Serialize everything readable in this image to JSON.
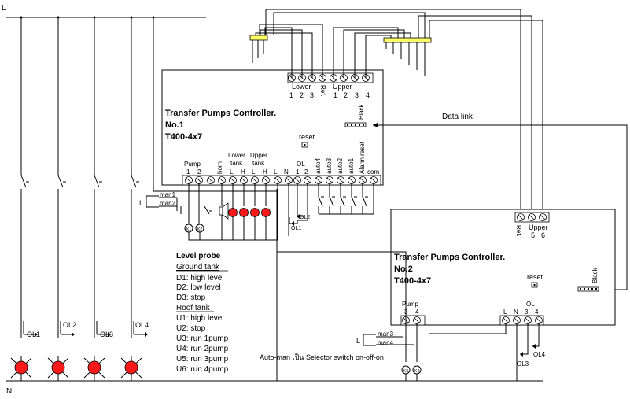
{
  "supply": {
    "line": "L",
    "neutral": "N"
  },
  "controller1": {
    "title": "Transfer Pumps Controller.",
    "number": "No.1",
    "model": "T400-4x7",
    "reset_label": "reset",
    "black_label": "Black",
    "top_terminals": {
      "lower_label": "Lower",
      "ref_label": "Ref.",
      "upper_label": "Upper",
      "lower_numbers": [
        "1",
        "2",
        "3"
      ],
      "upper_numbers": [
        "1",
        "2",
        "3",
        "4"
      ]
    },
    "bottom_terminals": {
      "pump_label": "Pump",
      "pump_numbers": [
        "1",
        "2"
      ],
      "horn_label": "horn",
      "lower_tank_label": "Lower\ntank",
      "upper_tank_label": "Upper\ntank",
      "lh_labels": [
        "L",
        "H",
        "L",
        "H"
      ],
      "l_label": "L",
      "n_label": "N",
      "ol_label": "OL",
      "ol_numbers": [
        "1",
        "2"
      ],
      "vertical_labels": [
        "auto4",
        "auto3",
        "auto2",
        "auto1",
        "Alarm reset"
      ],
      "com_label": "com"
    }
  },
  "controller2": {
    "title": "Transfer Pumps Controller.",
    "number": "No.2",
    "model": "T400-4x7",
    "reset_label": "reset",
    "black_label": "Black",
    "ref_label": "Ref.",
    "upper_label": "Upper",
    "upper_numbers": [
      "5",
      "6"
    ],
    "pump_label": "Pump",
    "pump_numbers": [
      "3",
      "4"
    ],
    "l_label": "L",
    "n_label": "N",
    "ol_label": "OL",
    "ol_numbers": [
      "3",
      "4"
    ]
  },
  "data_link_label": "Data link",
  "switch_labels": {
    "l1": "L",
    "man1": "man1",
    "man2": "man2",
    "l2": "L",
    "man3": "man3",
    "man4": "man4"
  },
  "contactor_labels": [
    "K1",
    "K2",
    "K3",
    "K4"
  ],
  "ol_contact_labels": [
    "OL1",
    "OL2",
    "OL3",
    "OL4"
  ],
  "motor_ol_labels": [
    "OL1",
    "OL2",
    "OL3",
    "OL4"
  ],
  "level_probe": {
    "title": "Level probe",
    "ground_heading": "Ground tank",
    "ground_items": [
      "D1: high level",
      "D2: low level",
      "D3: stop"
    ],
    "roof_heading": "Roof tank",
    "roof_items": [
      "U1: high level",
      "U2: stop",
      "U3: run 1pump",
      "U4: run 2pump",
      "U5: run 3pump",
      "U6: run 4pump"
    ]
  },
  "note": "Auto-man เป็น Selector switch on-off-on",
  "colors": {
    "lamp": "#ff1a1a",
    "probe_bar": "#ffff66",
    "wire": "#000000"
  }
}
